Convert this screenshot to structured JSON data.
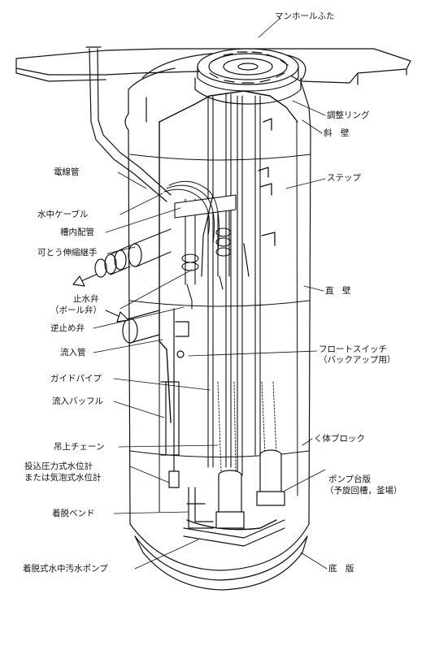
{
  "labels": {
    "manhole_cover": "マンホールふた",
    "adjust_ring": "調整リング",
    "slope_wall": "斜　壁",
    "step": "ステップ",
    "straight_wall": "直　壁",
    "float_switch_1": "フロートスイッチ",
    "float_switch_2": "（バックアップ用）",
    "body_block": "く体ブロック",
    "pump_base_1": "ポンプ台版",
    "pump_base_2": "（予旋回槽，釜場）",
    "bottom_slab": "底　版",
    "conduit": "電線管",
    "submersible_cable": "水中ケーブル",
    "tank_piping": "槽内配管",
    "flexible_joint": "可とう伸縮継手",
    "stop_valve_1": "止水弁",
    "stop_valve_2": "（ボール弁）",
    "check_valve": "逆止め弁",
    "inflow_pipe": "流入管",
    "guide_pipe": "ガイドパイプ",
    "inflow_baffle": "流入バッフル",
    "lifting_chain": "吊上チェーン",
    "level_meter_1": "投込圧力式水位計",
    "level_meter_2": "または気泡式水位計",
    "detach_bend": "着脱ベンド",
    "sewage_pump": "着脱式水中汚水ポンプ"
  }
}
